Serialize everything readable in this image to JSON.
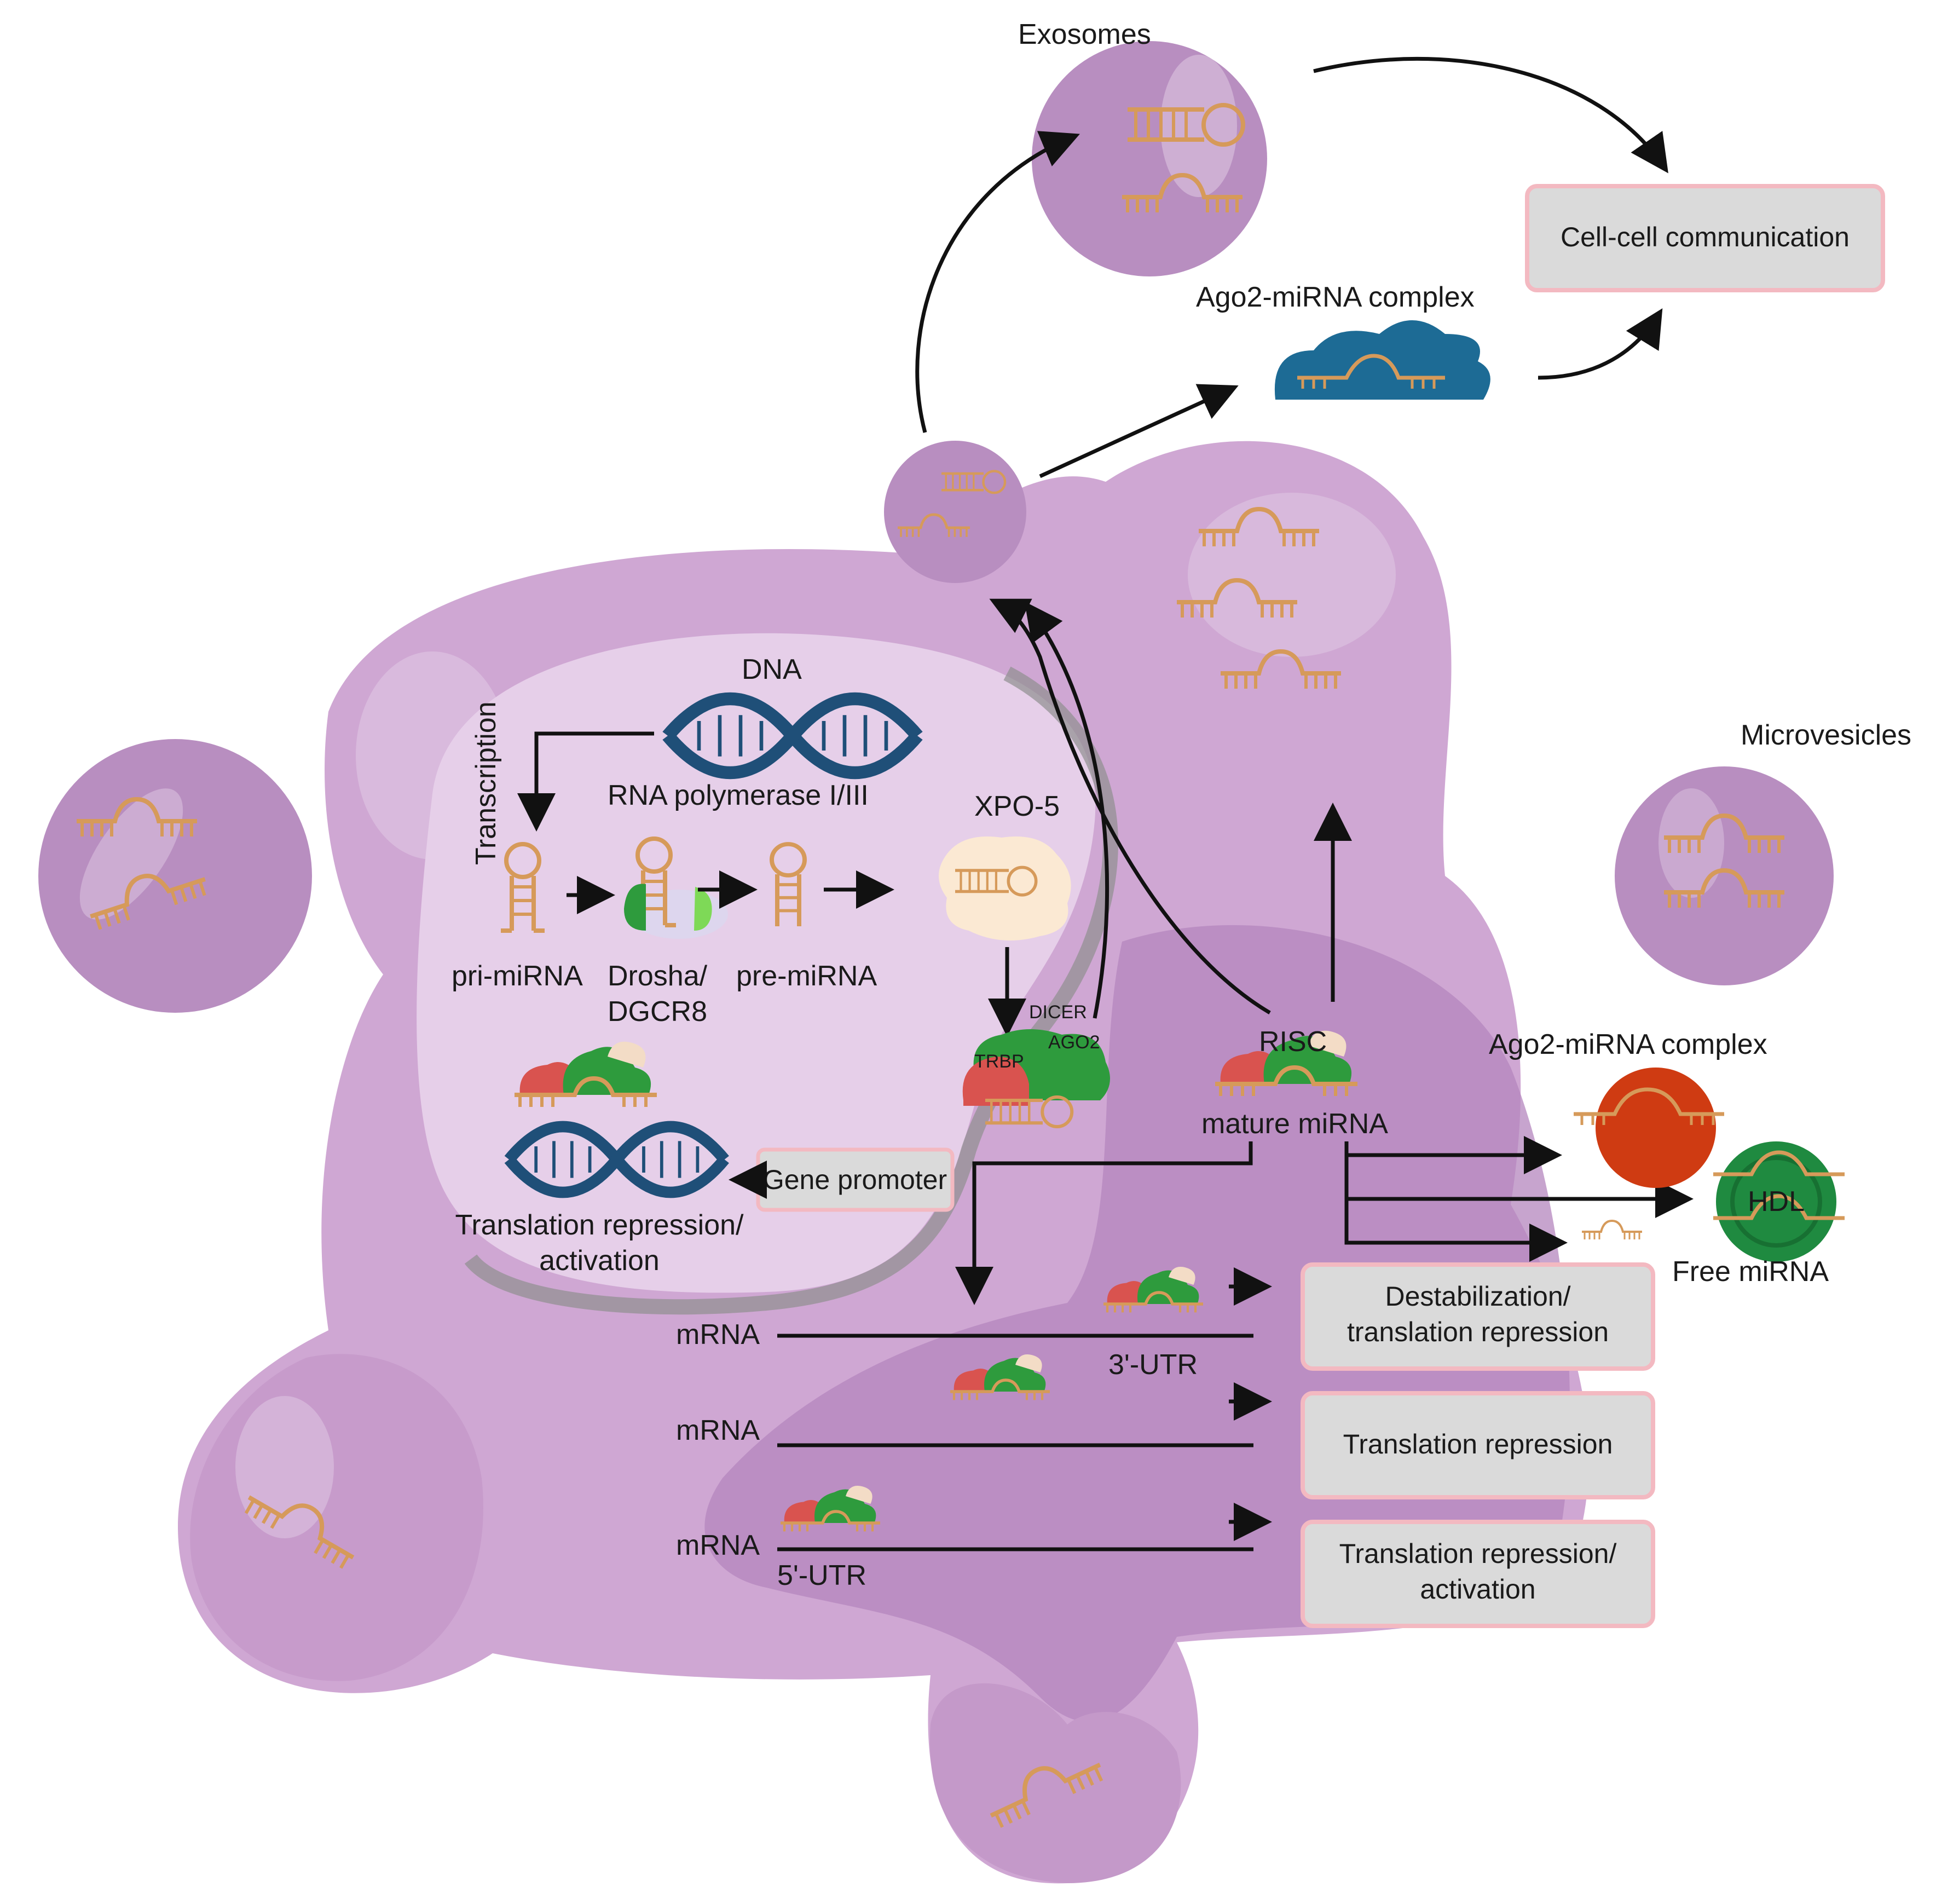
{
  "labels": {
    "exosomes": "Exosomes",
    "cell_cell": "Cell-cell communication",
    "ago2_top": "Ago2-miRNA complex",
    "dna": "DNA",
    "transcription": "Transcription",
    "rna_pol": "RNA polymerase I/III",
    "xpo5": "XPO-5",
    "pri": "pri-miRNA",
    "drosha1": "Drosha/",
    "drosha2": "DGCR8",
    "pre": "pre-miRNA",
    "dicer": "DICER",
    "trbp": "TRBP",
    "ago2": "AGO2",
    "risc": "RISC",
    "mature": "mature miRNA",
    "microvesicles": "Microvesicles",
    "ago2_right": "Ago2-miRNA complex",
    "hdl": "HDL",
    "free": "Free miRNA",
    "gene_promoter": "Gene promoter",
    "tra1": "Translation repression/",
    "tra2": "activation",
    "mrna1": "mRNA",
    "mrna2": "mRNA",
    "mrna3": "mRNA",
    "utr3": "3'-UTR",
    "utr5": "5'-UTR",
    "destab1": "Destabilization/",
    "destab2": "translation repression",
    "trans_rep": "Translation repression",
    "trans_ra1": "Translation repression/",
    "trans_ra2": "activation"
  },
  "colors": {
    "cell": "#cfa7d3",
    "cell_dark": "#b485bd",
    "nucleus": "#e6cfe9",
    "nuc_ring": "#8f8f8f",
    "vesicle": "#b88ec0",
    "mirna": "#d69a5a",
    "dna": "#1f4f78",
    "box_fill": "#dadada",
    "box_border": "#f3b9c1",
    "green": "#2e9b3d",
    "red": "#d9534f",
    "cream": "#f3dcc6",
    "ago_blue": "#1d6b95",
    "ago_red": "#cf3b12",
    "hdl_green": "#1f8a40"
  }
}
